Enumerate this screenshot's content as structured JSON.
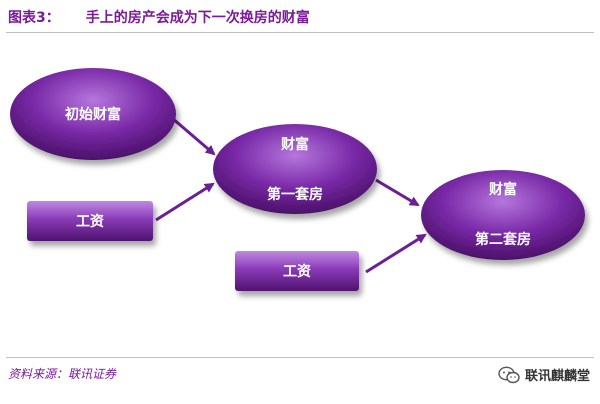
{
  "header": {
    "label": "图表3：",
    "title": "手上的房产会成为下一次换房的财富"
  },
  "nodes": {
    "initial_wealth": "初始财富",
    "salary_1": "工资",
    "wealth_1": "财富",
    "first_house": "第一套房",
    "salary_2": "工资",
    "wealth_2": "财富",
    "second_house": "第二套房"
  },
  "footer": {
    "source": "资料来源：联讯证券",
    "watermark": "联讯麒麟堂",
    "watermark_icon": "wechat-icon"
  },
  "colors": {
    "accent": "#7b1a9a",
    "node_fill": "#7a2aa8",
    "node_fill_light": "#b06fd6",
    "node_fill_dark": "#4a1068"
  }
}
